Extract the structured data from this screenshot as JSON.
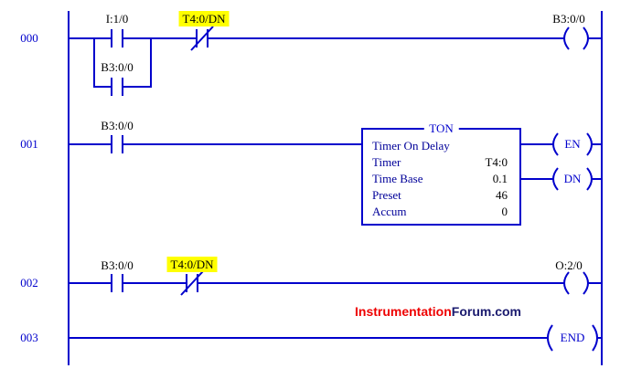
{
  "ladder": {
    "rungs": {
      "r000": {
        "number": "000",
        "contact1": "I:1/0",
        "contact2": "T4:0/DN",
        "branch_contact": "B3:0/0",
        "coil": "B3:0/0"
      },
      "r001": {
        "number": "001",
        "contact1": "B3:0/0",
        "timer": {
          "type": "TON",
          "title": "Timer On Delay",
          "rows": [
            {
              "label": "Timer",
              "value": "T4:0"
            },
            {
              "label": "Time Base",
              "value": "0.1"
            },
            {
              "label": "Preset",
              "value": "46"
            },
            {
              "label": "Accum",
              "value": "0"
            }
          ],
          "en": "EN",
          "dn": "DN"
        }
      },
      "r002": {
        "number": "002",
        "contact1": "B3:0/0",
        "contact2": "T4:0/DN",
        "coil": "O:2/0"
      },
      "r003": {
        "number": "003",
        "end": "END"
      }
    },
    "watermark": {
      "brand": "Instrumentation",
      "suffix": "Forum.com"
    },
    "colors": {
      "wire_blue": "#0000cc",
      "label_black": "#000000",
      "box_label_blue": "#000099",
      "highlight_yellow": "#ffff00",
      "brand_red": "#ee0000",
      "suffix_dark": "#1a1a6e"
    }
  }
}
